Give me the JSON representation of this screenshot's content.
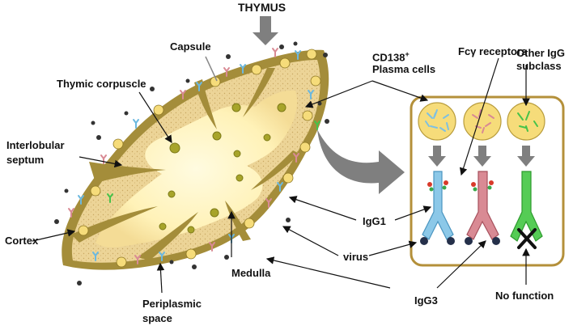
{
  "labels": {
    "thymus": "THYMUS",
    "capsule": "Capsule",
    "thymic_corpuscle": "Thymic corpuscle",
    "interlobular_septum_line1": "Interlobular",
    "interlobular_septum_line2": "septum",
    "cortex": "Cortex",
    "medulla": "Medulla",
    "periplasmic_line1": "Periplasmic",
    "periplasmic_line2": "space",
    "cd138_prefix": "CD138",
    "cd138_sup": "+",
    "plasma_cells": "Plasma  cells",
    "fcy_receptors": "Fcγ receptors",
    "other_igg_line1": "Other IgG",
    "other_igg_line2": "subclass",
    "igg1": "IgG1",
    "virus": "virus",
    "igg3": "IgG3",
    "no_function": "No function"
  },
  "colors": {
    "capsule_border": "#a48d3a",
    "cortex_fill": "#ecd497",
    "medulla_fill": "#fff6c8",
    "corpuscle_fill": "#a7a42a",
    "panel_border": "#b4903a",
    "arrow_gray": "#8a8a8a",
    "igg1_color": "#8cc8e8",
    "igg3_color": "#d98a94",
    "other_igg_color": "#46c24a",
    "virus_color": "#25304a"
  }
}
